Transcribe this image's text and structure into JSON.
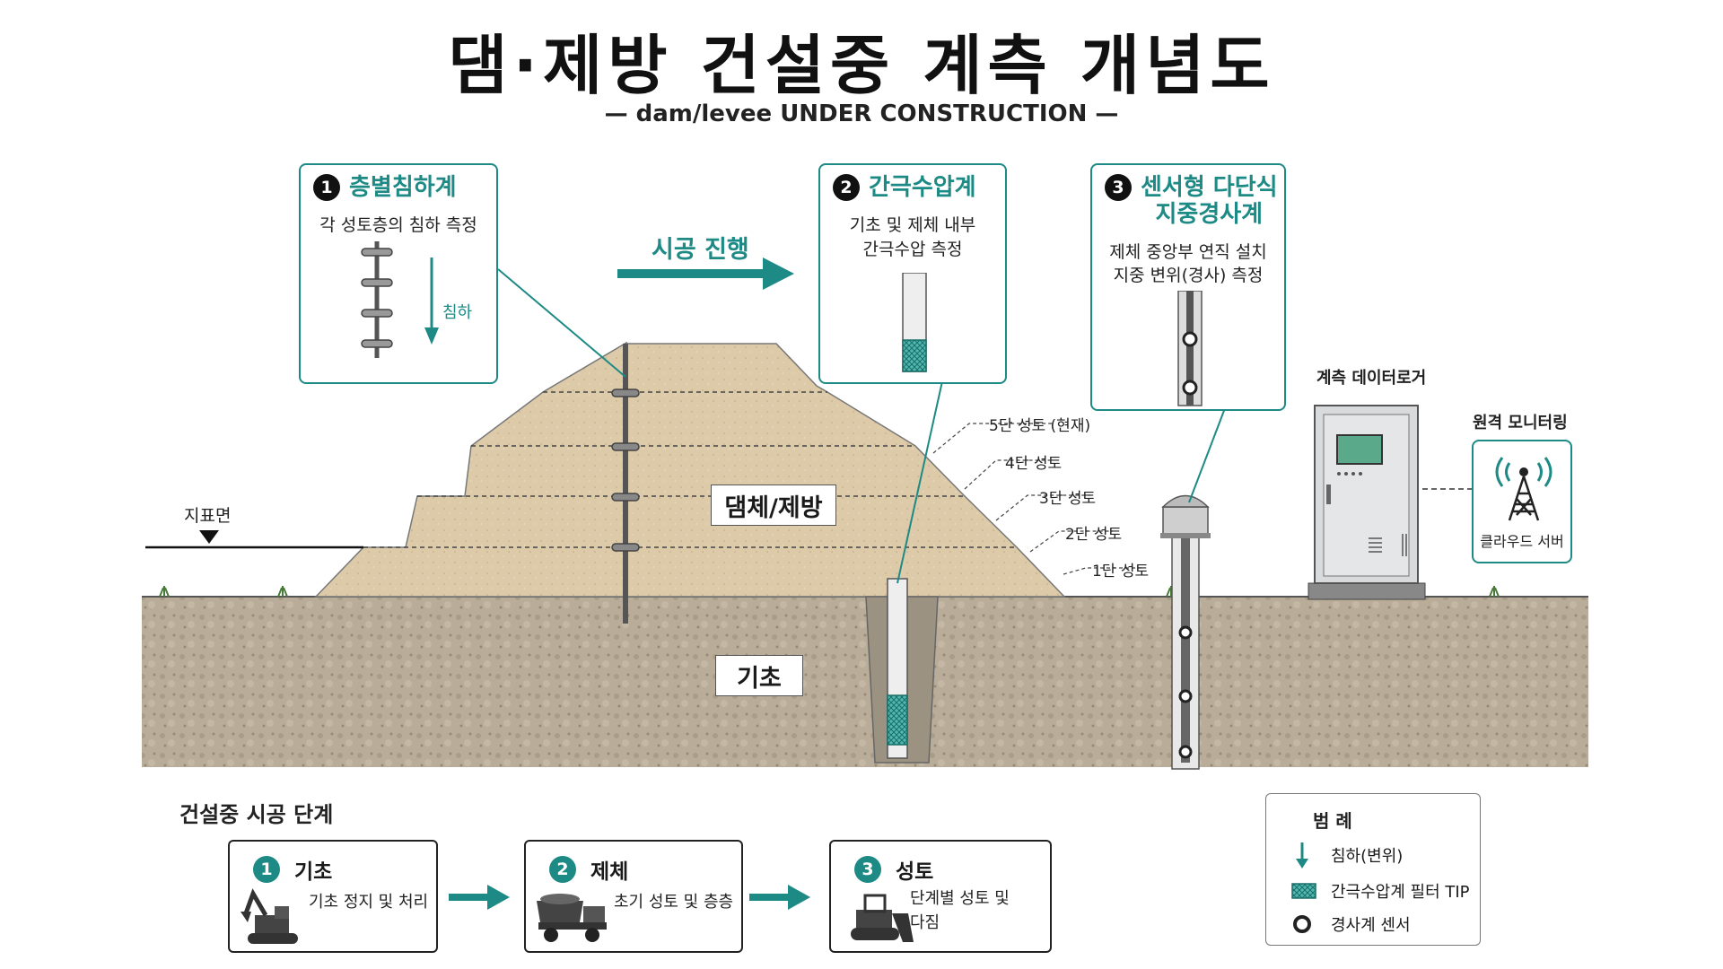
{
  "title": "댐·제방 건설중 계측 개념도",
  "subtitle": "— dam/levee UNDER CONSTRUCTION —",
  "progress_label": "시공 진행",
  "instruments": [
    {
      "num": "1",
      "title": "층별침하계",
      "desc": "각 성토층의 침하 측정",
      "arrow_label": "침하"
    },
    {
      "num": "2",
      "title": "간극수압계",
      "desc_lines": [
        "기초 및 제체 내부",
        "간극수압 측정"
      ]
    },
    {
      "num": "3",
      "title_lines": [
        "센서형 다단식",
        "지중경사계"
      ],
      "desc_lines": [
        "제체 중앙부 연직 설치",
        "지중 변위(경사) 측정"
      ]
    }
  ],
  "ground_surface_label": "지표면",
  "embankment_label": "댐체/제방",
  "foundation_label": "기초",
  "lift_labels": [
    "5단 성토 (현재)",
    "4단 성토",
    "3단 성토",
    "2단 성토",
    "1단 성토"
  ],
  "logger_label": "계측 데이터로거",
  "remote_label": "원격 모니터링",
  "cloud_label": "클라우드 서버",
  "stages_heading": "건설중 시공 단계",
  "stages": [
    {
      "num": "1",
      "title": "기초",
      "desc_lines": [
        "기초 정지 및 처리"
      ],
      "icon": "excavator-icon"
    },
    {
      "num": "2",
      "title": "제체",
      "desc_lines": [
        "초기 성토 및 층층"
      ],
      "icon": "dump-truck-icon"
    },
    {
      "num": "3",
      "title": "성토",
      "desc_lines": [
        "단계별 성토 및",
        "다짐"
      ],
      "icon": "bulldozer-icon"
    }
  ],
  "legend": {
    "title": "범 례",
    "items": [
      {
        "label": "침하(변위)",
        "icon": "arrow-down-icon"
      },
      {
        "label": "간극수압계 필터 TIP",
        "icon": "filter-tip-icon"
      },
      {
        "label": "경사계 센서",
        "icon": "sensor-ring-icon"
      }
    ]
  },
  "colors": {
    "accent": "#1d8a85",
    "embankment": "#d9c6a6",
    "foundation": "#b8ab97",
    "dark": "#111111"
  }
}
